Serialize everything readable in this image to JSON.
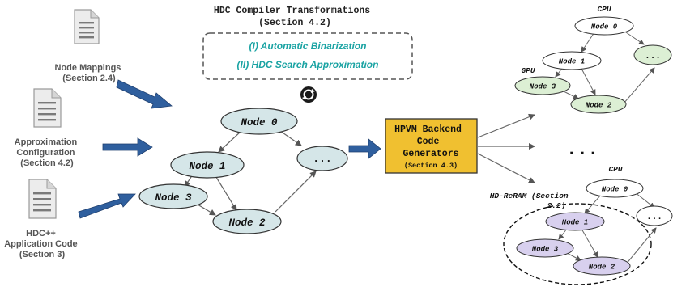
{
  "inputs": {
    "node_mappings": [
      "Node Mappings",
      "(Section 2.4)"
    ],
    "approx_config": [
      "Approximation",
      "Configuration",
      "(Section 4.2)"
    ],
    "hdcpp_code": [
      "HDC++",
      "Application Code",
      "(Section 3)"
    ]
  },
  "transformations": {
    "title": [
      "HDC Compiler Transformations",
      "(Section 4.2)"
    ],
    "item1": "(I) Automatic Binarization",
    "item2": "(II) HDC Search Approximation"
  },
  "graph": {
    "node0": "Node 0",
    "node1": "Node 1",
    "node2": "Node 2",
    "node3": "Node 3",
    "ellipsis": "..."
  },
  "backend": {
    "lines": [
      "HPVM Backend",
      "Code",
      "Generators"
    ],
    "section": "(Section 4.3)"
  },
  "targets": {
    "top": {
      "cpu_label": "CPU",
      "gpu_label": "GPU",
      "node0": "Node 0",
      "node1": "Node 1",
      "node2": "Node 2",
      "node3": "Node 3",
      "ellipsis": "..."
    },
    "middle_ellipsis": "...",
    "bottom": {
      "cpu_label": "CPU",
      "reram_label": [
        "HD-ReRAM (Section",
        "2.2)"
      ],
      "node0": "Node 0",
      "node1": "Node 1",
      "node2": "Node 2",
      "node3": "Node 3",
      "ellipsis": "..."
    }
  },
  "colors": {
    "accent_teal": "#1aa3a3",
    "arrow_blue": "#2f5f9e",
    "backend_fill": "#f0c030",
    "node_main": "#d5e6e8",
    "node_gpu": "#dcefd4",
    "node_reram": "#d8d0ee"
  }
}
